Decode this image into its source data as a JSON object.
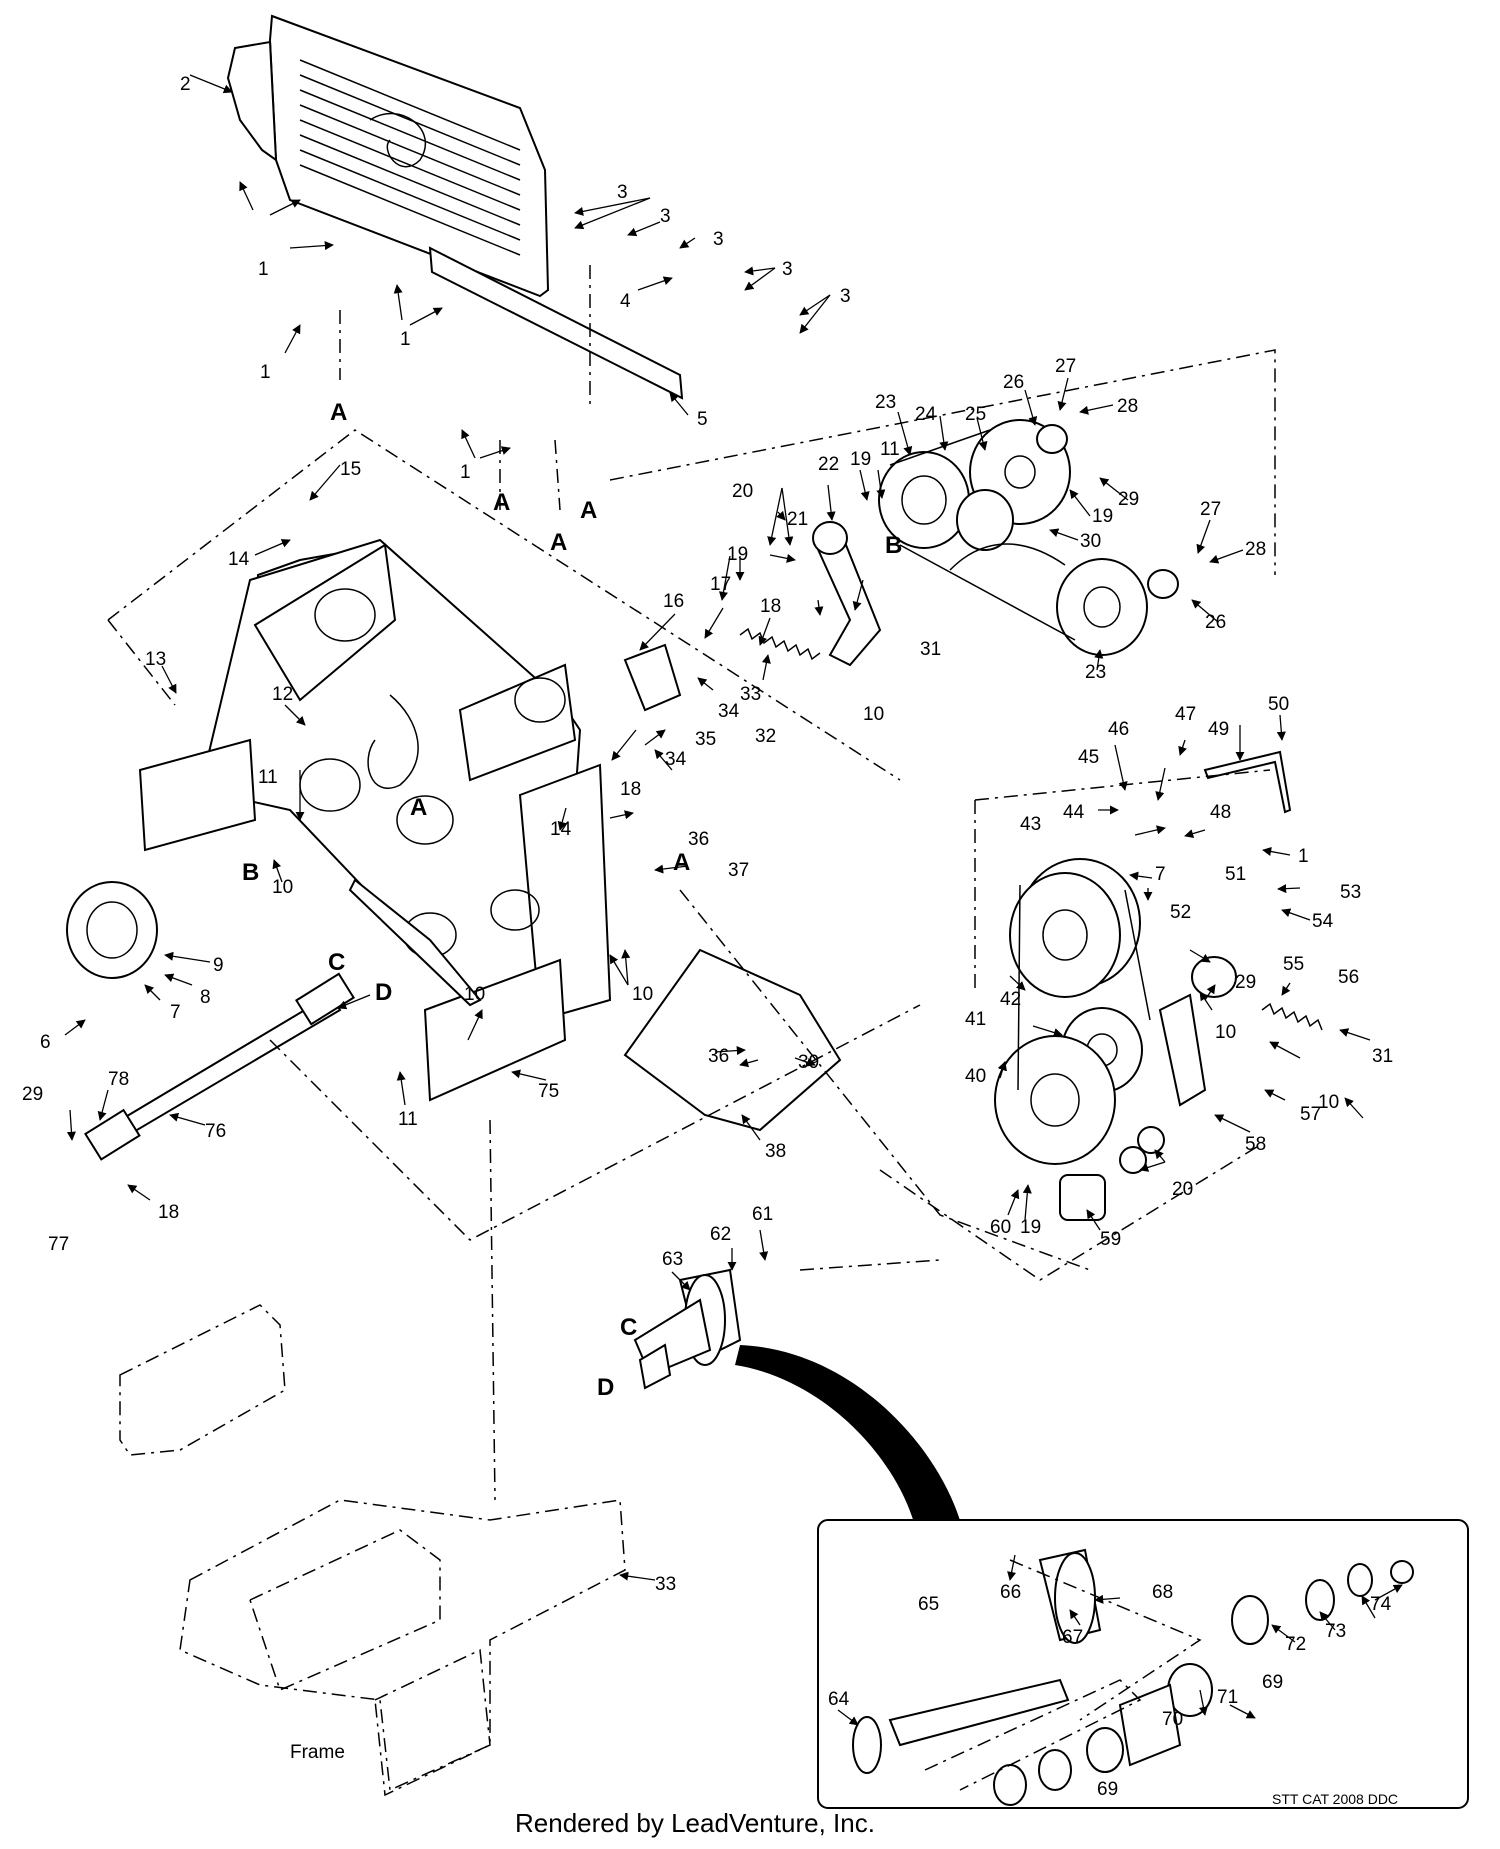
{
  "diagram": {
    "footer": "Rendered by LeadVenture, Inc.",
    "catalog_code": "STT CAT 2008 DDC",
    "frame_label": "Frame",
    "part_numbers": [
      "1",
      "2",
      "3",
      "4",
      "5",
      "6",
      "7",
      "8",
      "9",
      "10",
      "11",
      "12",
      "13",
      "14",
      "15",
      "16",
      "17",
      "18",
      "19",
      "20",
      "21",
      "22",
      "23",
      "24",
      "25",
      "26",
      "27",
      "28",
      "29",
      "30",
      "31",
      "32",
      "33",
      "34",
      "35",
      "36",
      "37",
      "38",
      "39",
      "40",
      "41",
      "42",
      "43",
      "44",
      "45",
      "46",
      "47",
      "48",
      "49",
      "50",
      "51",
      "52",
      "53",
      "54",
      "55",
      "56",
      "57",
      "58",
      "59",
      "60",
      "61",
      "62",
      "63",
      "64",
      "65",
      "66",
      "67",
      "68",
      "69",
      "70",
      "71",
      "72",
      "73",
      "74",
      "75",
      "76",
      "77",
      "78"
    ],
    "reference_letters": [
      "A",
      "B",
      "C",
      "D"
    ]
  }
}
